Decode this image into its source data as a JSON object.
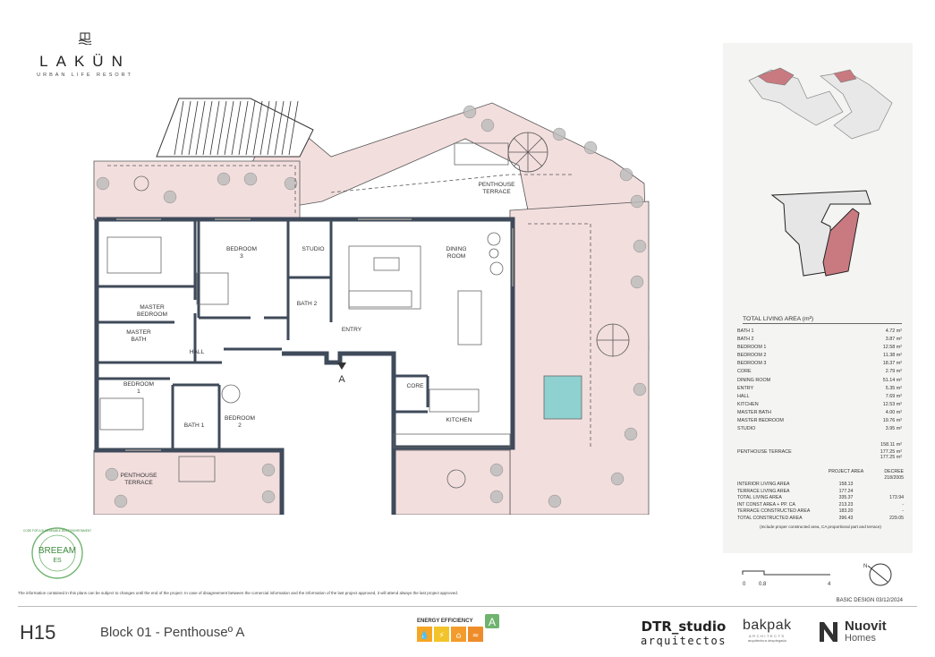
{
  "brand": {
    "name": "LAKÜN",
    "tagline": "URBAN LIFE RESORT"
  },
  "plan": {
    "labels": {
      "bedroom3": "BEDROOM\n3",
      "studio": "STUDIO",
      "dining_room": "DINING\nROOM",
      "penthouse_terrace_top": "PENTHOUSE\nTERRACE",
      "master_bedroom": "MASTER\nBEDROOM",
      "master_bath": "MASTER\nBATH",
      "bath2": "BATH 2",
      "entry": "ENTRY",
      "hall": "HALL",
      "core": "CORE",
      "kitchen": "KITCHEN",
      "bedroom1": "BEDROOM\n1",
      "bath1": "BATH 1",
      "bedroom2": "BEDROOM\n2",
      "penthouse_terrace_bottom": "PENTHOUSE\nTERRACE",
      "section_marker": "A"
    },
    "colors": {
      "terrace": "#f3dede",
      "wall": "#3f4a5a",
      "pool": "#8fd0d0"
    }
  },
  "area_table": {
    "title": "TOTAL LIVING AREA (m²)",
    "rows": [
      {
        "name": "BATH 1",
        "value": "4.72 m²"
      },
      {
        "name": "BATH 2",
        "value": "3.87 m²"
      },
      {
        "name": "BEDROOM 1",
        "value": "12.58 m²"
      },
      {
        "name": "BEDROOM 2",
        "value": "11.38 m²"
      },
      {
        "name": "BEDROOM 3",
        "value": "18.37 m²"
      },
      {
        "name": "CORE",
        "value": "2.79 m²"
      },
      {
        "name": "DINING ROOM",
        "value": "51.14 m²"
      },
      {
        "name": "ENTRY",
        "value": "5.35 m²"
      },
      {
        "name": "HALL",
        "value": "7.69 m²"
      },
      {
        "name": "KITCHEN",
        "value": "12.53 m²"
      },
      {
        "name": "MASTER BATH",
        "value": "4.00 m²"
      },
      {
        "name": "MASTER BEDROOM",
        "value": "19.76 m²"
      },
      {
        "name": "STUDIO",
        "value": "3.95 m²"
      }
    ],
    "subtotal_interior": "158.11 m²",
    "terrace_name": "PENTHOUSE TERRACE",
    "terrace_value": "177.25 m²",
    "terrace_total": "177.25 m²"
  },
  "summary_table": {
    "col1": "PROJECT AREA",
    "col2": "DECREE 218/2005",
    "rows": [
      {
        "label": "INTERIOR LIVING AREA",
        "project": "158.13",
        "decree": ""
      },
      {
        "label": "TERRACE LIVING AREA",
        "project": "177.24",
        "decree": ""
      },
      {
        "label": "TOTAL LIVING AREA",
        "project": "335.37",
        "decree": "173.94"
      },
      {
        "label": "INT CONST AREA + PP. CA",
        "project": "213.23",
        "decree": "-"
      },
      {
        "label": "TERRACE CONSTRUCTED AREA",
        "project": "183.20",
        "decree": "-"
      },
      {
        "label": "TOTAL CONSTRUCTED AREA",
        "project": "396.43",
        "decree": "229.05"
      }
    ],
    "note": "(Include proper constructed area, CA proportional part and terrace)"
  },
  "scale": {
    "ticks": [
      "0",
      "0.8",
      "4"
    ]
  },
  "north_label": "N",
  "disclaimer": "The information contained in this plans can be subject to changes until the end of the project. In case of disagreement between the comercial information and the information of the last project approved, it will attend always the last project approved.",
  "basic_design": "BASIC DESIGN 03/12/2024",
  "footer": {
    "unit_code": "H15",
    "block_text": "Block 01 -  Penthouseº A",
    "energy_label": "ENERGY EFFICIENCY",
    "energy_class": "A",
    "energy_colors": [
      "#f6a623",
      "#f3c42a",
      "#f39c2b",
      "#ee8c2a"
    ],
    "dtr_line1": "DTR_studio",
    "dtr_line2": "arquitectos",
    "bakpak_name": "bakpak",
    "bakpak_sub1": "ARCHITECTS",
    "bakpak_sub2": "arquitectura desplegada",
    "nuovit_line1": "Nuovit",
    "nuovit_line2": "Homes"
  },
  "breeam": {
    "name": "BREEAM",
    "sub": "ES",
    "ring": "CODE FOR A SUSTAINABLE BUILT ENVIRONMENT",
    "color": "#6fb36f"
  }
}
